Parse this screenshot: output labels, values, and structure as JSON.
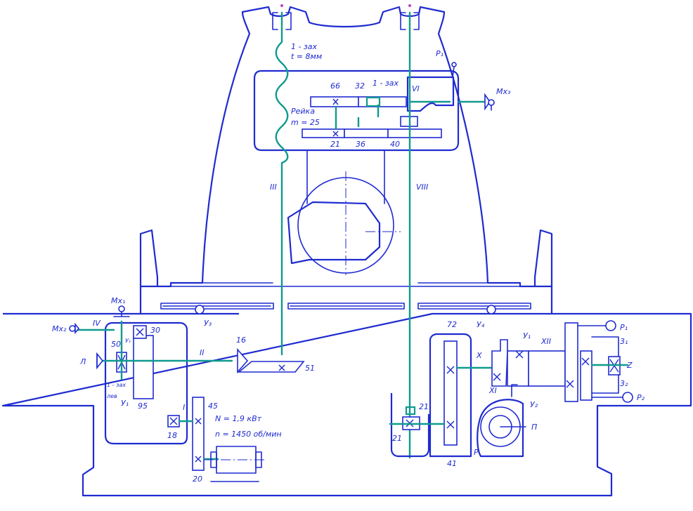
{
  "colors": {
    "lines": "#1f2bd0",
    "shafts": "#0f9b8e",
    "background": "#ffffff"
  },
  "labels": {
    "screw_starts": "1 - зах",
    "screw_pitch": "t = 8мм",
    "rack": "Рейка",
    "rack_module": "m = 25",
    "worm_starts_top": "1 - зах",
    "worm_starts_left": "1 - зах",
    "worm_hand_left": "лев",
    "power": "N = 1,9 кВт",
    "rpm": "n = 1450 об/мин",
    "handle_top": "Мх₃",
    "handle_left_top": "Мх₁",
    "handle_left": "Мх₂",
    "lever_top": "Р₁",
    "lever_right_top": "Р₁",
    "lever_right_bottom": "Р₂",
    "clutch_u3": "У₃",
    "clutch_u4": "У₄",
    "clutch_u1": "У₁",
    "clutch_u1_left": "У₁",
    "clutch_u2": "У₂",
    "clutch_u1_right": "У₁",
    "shaft_3_right_upper": "3₁",
    "shaft_3_right_lower": "3₂",
    "z_label": "Z",
    "pump_label": "Р",
    "pump_axis_label": "П",
    "left_cone_label": "Л"
  },
  "shafts": {
    "I": "I",
    "II": "II",
    "III": "III",
    "IV": "IV",
    "VI": "VI",
    "VIII": "VIII",
    "X": "X",
    "XI": "XI",
    "XII": "XII"
  },
  "gears": {
    "g66": "66",
    "g32": "32",
    "g21a": "21",
    "g36": "36",
    "g40": "40",
    "g50": "50",
    "g30": "30",
    "g95": "95",
    "g16": "16",
    "g51": "51",
    "g45": "45",
    "g18": "18",
    "g20": "20",
    "g72": "72",
    "g21b": "21",
    "g21c": "21",
    "g41": "41"
  }
}
